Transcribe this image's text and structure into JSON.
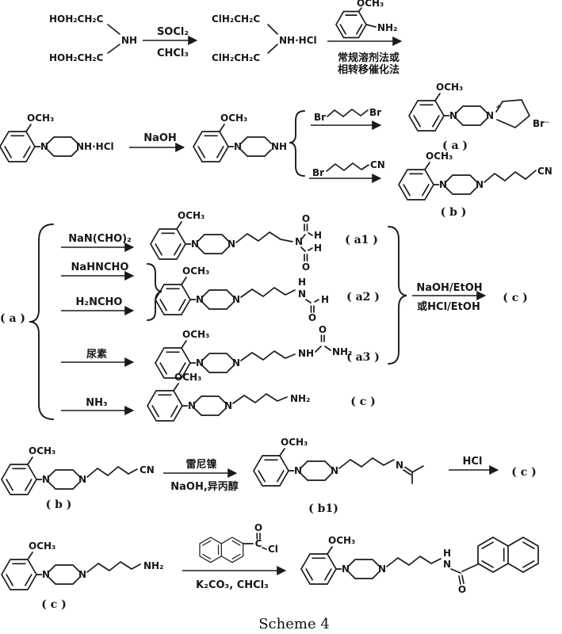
{
  "caption": "Scheme 4",
  "atoms": {
    "hoEt": "HOH₂CH₂C",
    "clEt": "ClH₂CH₂C",
    "nh": "NH",
    "nhhcl": "NH·HCl",
    "och3": "OCH₃",
    "n": "N",
    "nh2": "NH₂",
    "cn": "CN",
    "br": "Br",
    "branion": "Br⁻",
    "plus": "+",
    "o": "O",
    "h": "H",
    "c": "C",
    "cl": "Cl"
  },
  "row1": {
    "above1": "SOCl₂",
    "below1": "CHCl₃",
    "cjk1": "常规溶剂法或",
    "cjk2": "相转移催化法"
  },
  "row2": {
    "naoh": "NaOH",
    "label_a": "( a )",
    "label_b": "( b )"
  },
  "row3": {
    "src": "( a )",
    "r1": "NaN(CHO)₂",
    "r2": "NaHNCHO",
    "r3": "H₂NCHO",
    "r4": "尿素",
    "r5": "NH₃",
    "la1": "( a1 )",
    "la2": "( a2 )",
    "la3": "( a3 )",
    "lc": "( c )",
    "above": "NaOH/EtOH",
    "below": "或HCl/EtOH",
    "res": "( c )"
  },
  "row4": {
    "lb": "( b )",
    "above": "雷尼镍",
    "below": "NaOH,异丙醇",
    "lb1": "( b1)",
    "hcl": "HCl",
    "res": "( c )"
  },
  "row5": {
    "lc": "( c )",
    "below": "K₂CO₃, CHCl₃"
  }
}
